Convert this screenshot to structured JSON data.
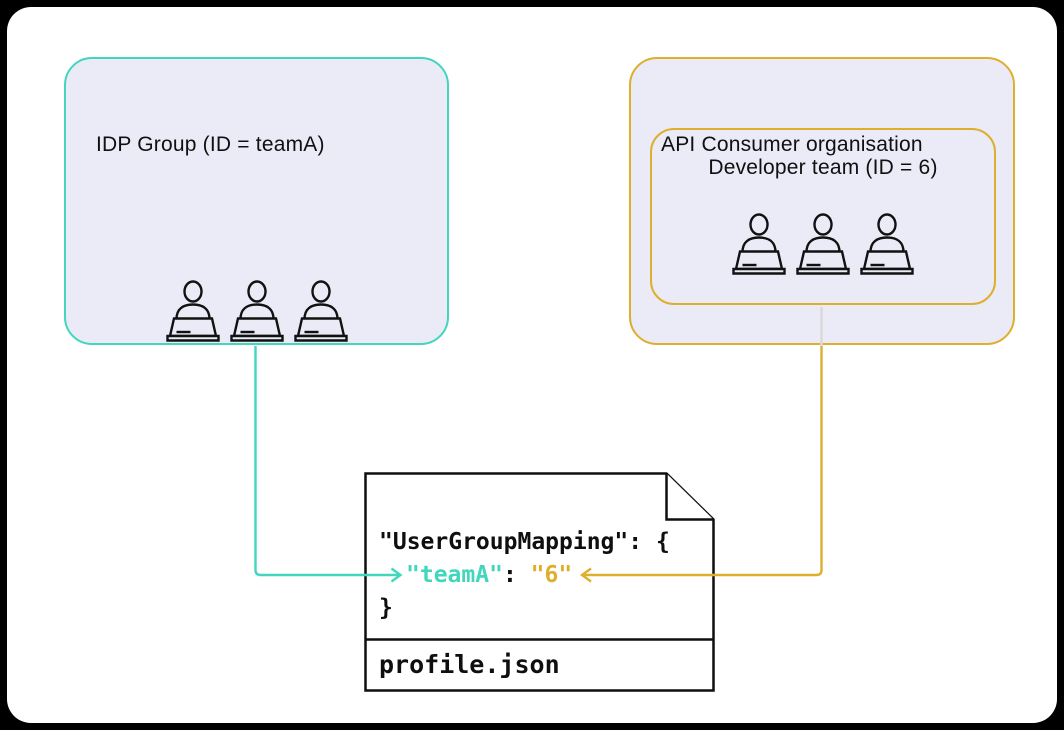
{
  "window": {
    "background_color": "#000000",
    "card_background_color": "#FFFFFF"
  },
  "palette": {
    "teal": "#42D6BD",
    "gold": "#DDAF2D",
    "box_fill": "#EBEAF7",
    "outline_black": "#111111",
    "connector_gray": "#D9D9D9"
  },
  "idp_group": {
    "title": "IDP Group (ID = teamA)",
    "member_icon": "person-at-laptop-icon",
    "member_count": 3
  },
  "consumer_org": {
    "title": "API Consumer organisation",
    "developer_team": {
      "title": "Developer team (ID = 6)",
      "member_icon": "person-at-laptop-icon",
      "member_count": 3
    }
  },
  "profile_file": {
    "filename": "profile.json",
    "code": {
      "line1": "\"UserGroupMapping\": {",
      "line2_key": "\"teamA\"",
      "line2_separator": ": ",
      "line2_value": "\"6\"",
      "line3": "}"
    }
  },
  "connectors": {
    "idp_to_key_color": "#42D6BD",
    "team_to_value_color": "#DDAF2D"
  }
}
